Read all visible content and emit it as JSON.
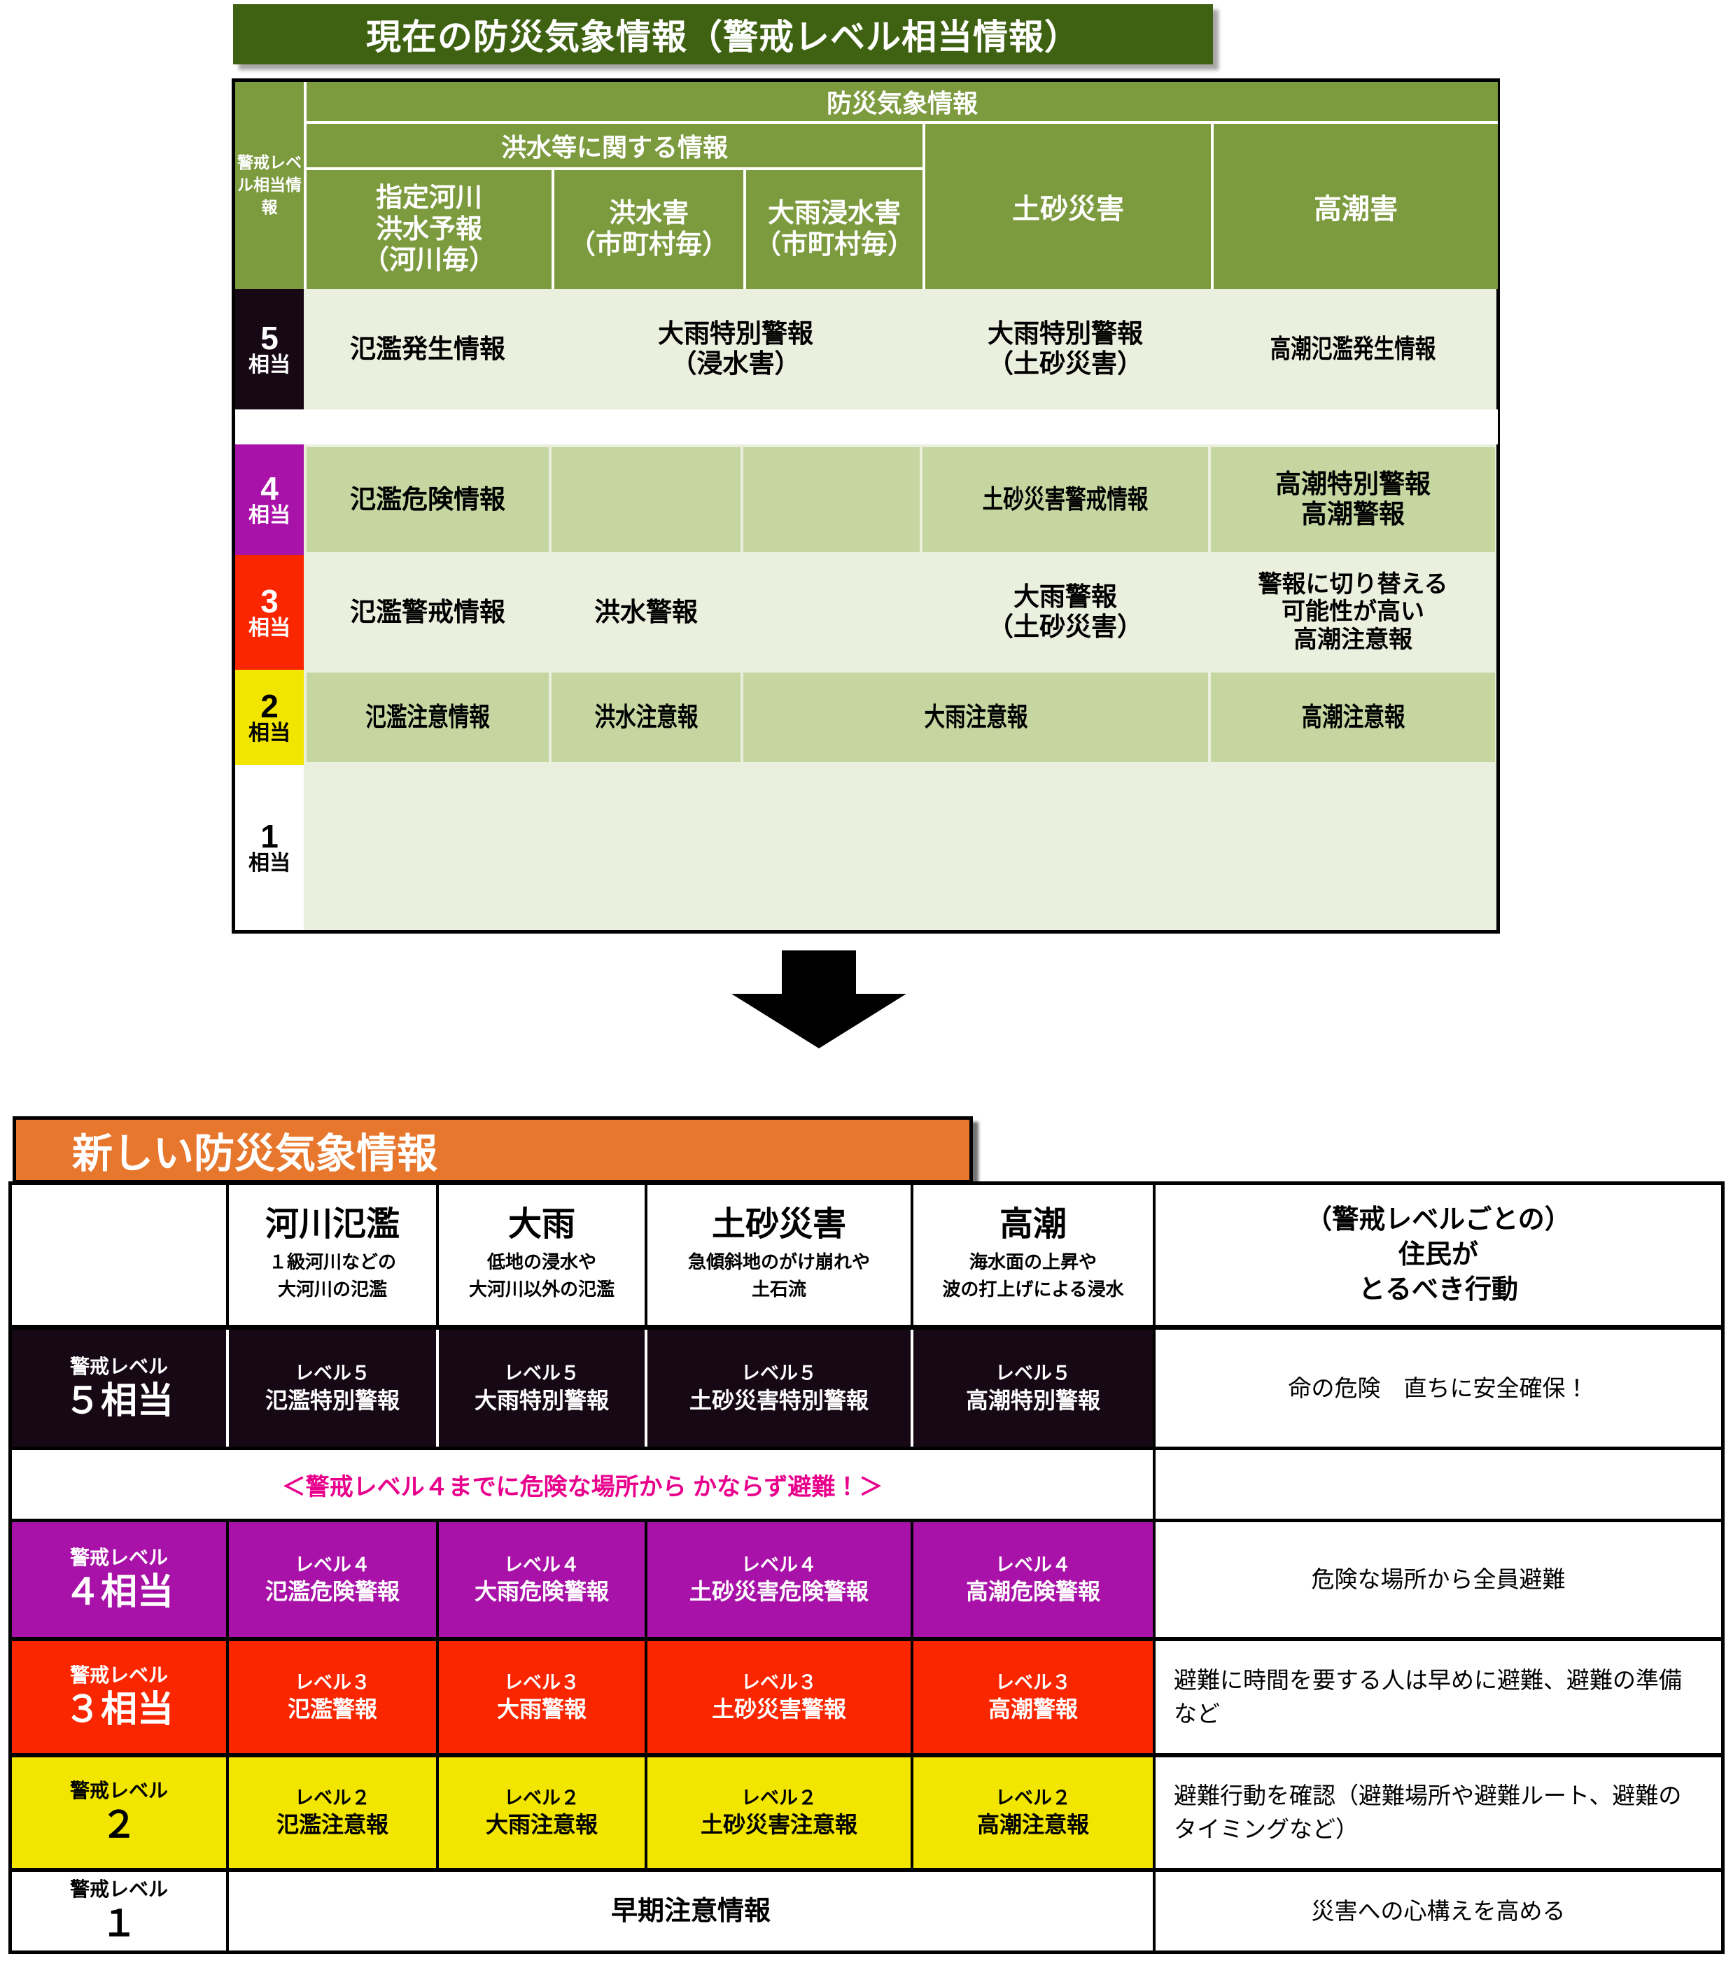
{
  "top": {
    "title": "現在の防災気象情報（警戒レベル相当情報）",
    "header": {
      "level_col": "警戒レベル相当情報",
      "group_all": "防災気象情報",
      "group_flood": "洪水等に関する情報",
      "col_river": "指定河川\n洪水予報\n（河川毎）",
      "col_river_l1": "指定河川",
      "col_river_l2": "洪水予報",
      "col_river_l3": "（河川毎）",
      "col_flood_l1": "洪水害",
      "col_flood_l2": "（市町村毎）",
      "col_inund_l1": "大雨浸水害",
      "col_inund_l2": "（市町村毎）",
      "col_sediment": "土砂災害",
      "col_surge": "高潮害"
    },
    "rows": [
      {
        "level_num": "5",
        "level_sub": "相当",
        "level_color": "#160814",
        "cells_bg": "light",
        "river": "氾濫発生情報",
        "flood_merged": "大雨特別警報\n（浸水害）",
        "flood_l1": "大雨特別警報",
        "flood_l2": "（浸水害）",
        "sediment_l1": "大雨特別警報",
        "sediment_l2": "（土砂災害）",
        "surge": "高潮氾濫発生情報"
      },
      {
        "level_num": "4",
        "level_sub": "相当",
        "level_color": "#A812A8",
        "cells_bg": "green",
        "river": "氾濫危険情報",
        "flood": "",
        "inundation": "",
        "sediment": "土砂災害警戒情報",
        "surge_l1": "高潮特別警報",
        "surge_l2": "高潮警報"
      },
      {
        "level_num": "3",
        "level_sub": "相当",
        "level_color": "#FA2600",
        "cells_bg": "light",
        "river": "氾濫警戒情報",
        "flood": "洪水警報",
        "inundation": "",
        "sediment_l1": "大雨警報",
        "sediment_l2": "（土砂災害）",
        "surge_l1": "警報に切り替える",
        "surge_l2": "可能性が高い",
        "surge_l3": "高潮注意報"
      },
      {
        "level_num": "2",
        "level_sub": "相当",
        "level_color": "#F2E500",
        "cells_bg": "green",
        "river": "氾濫注意情報",
        "flood": "洪水注意報",
        "rain_merged": "大雨注意報",
        "surge": "高潮注意報"
      },
      {
        "level_num": "1",
        "level_sub": "相当",
        "level_color": "#FFFFFF",
        "cells_bg": "light",
        "empty": ""
      }
    ]
  },
  "bottom": {
    "title": "新しい防災気象情報",
    "header": {
      "blank": "",
      "cols": [
        {
          "main": "河川氾濫",
          "sub1": "１級河川などの",
          "sub2": "大河川の氾濫"
        },
        {
          "main": "大雨",
          "sub1": "低地の浸水や",
          "sub2": "大河川以外の氾濫"
        },
        {
          "main": "土砂災害",
          "sub1": "急傾斜地のがけ崩れや",
          "sub2": "土石流"
        },
        {
          "main": "高潮",
          "sub1": "海水面の上昇や",
          "sub2": "波の打上げによる浸水"
        }
      ],
      "action_l1": "（警戒レベルごとの）",
      "action_l2": "住民が",
      "action_l3": "とるべき行動"
    },
    "notice": "＜警戒レベル４までに危険な場所から かならず避難！＞",
    "rows": [
      {
        "level_label": "警戒レベル",
        "level_value": "５相当",
        "color": "#160814",
        "text_color": "#FFFFFF",
        "cells": [
          {
            "t": "レベル５",
            "b": "氾濫特別警報"
          },
          {
            "t": "レベル５",
            "b": "大雨特別警報"
          },
          {
            "t": "レベル５",
            "b": "土砂災害特別警報"
          },
          {
            "t": "レベル５",
            "b": "高潮特別警報"
          }
        ],
        "action": "命の危険　直ちに安全確保！",
        "action_center": true
      },
      {
        "level_label": "警戒レベル",
        "level_value": "４相当",
        "color": "#A812A8",
        "text_color": "#FFFFFF",
        "cells": [
          {
            "t": "レベル４",
            "b": "氾濫危険警報"
          },
          {
            "t": "レベル４",
            "b": "大雨危険警報"
          },
          {
            "t": "レベル４",
            "b": "土砂災害危険警報"
          },
          {
            "t": "レベル４",
            "b": "高潮危険警報"
          }
        ],
        "action": "危険な場所から全員避難",
        "action_center": false
      },
      {
        "level_label": "警戒レベル",
        "level_value": "３相当",
        "color": "#FA2600",
        "text_color": "#FFFFFF",
        "cells": [
          {
            "t": "レベル３",
            "b": "氾濫警報"
          },
          {
            "t": "レベル３",
            "b": "大雨警報"
          },
          {
            "t": "レベル３",
            "b": "土砂災害警報"
          },
          {
            "t": "レベル３",
            "b": "高潮警報"
          }
        ],
        "action": "避難に時間を要する人は早めに避難、避難の準備など",
        "action_center": false
      },
      {
        "level_label": "警戒レベル",
        "level_value": "２",
        "color": "#F2E500",
        "text_color": "#000000",
        "cells": [
          {
            "t": "レベル２",
            "b": "氾濫注意報"
          },
          {
            "t": "レベル２",
            "b": "大雨注意報"
          },
          {
            "t": "レベル２",
            "b": "土砂災害注意報"
          },
          {
            "t": "レベル２",
            "b": "高潮注意報"
          }
        ],
        "action": "避難行動を確認（避難場所や避難ルート、避難のタイミングなど）",
        "action_center": false
      },
      {
        "level_label": "警戒レベル",
        "level_value": "１",
        "color": "#FFFFFF",
        "text_color": "#000000",
        "merged_text": "早期注意情報",
        "action": "災害への心構えを高める",
        "action_center": true
      }
    ]
  },
  "colors": {
    "top_title_bg": "#3F6212",
    "top_header_bg": "#7C9A3E",
    "cell_light": "#EAEFDE",
    "cell_green": "#C5D6A0",
    "bottom_title_bg": "#E8772E",
    "level5": "#160814",
    "level4": "#A812A8",
    "level3": "#FA2600",
    "level2": "#F2E500",
    "level1": "#FFFFFF",
    "notice_pink": "#E8008C"
  }
}
